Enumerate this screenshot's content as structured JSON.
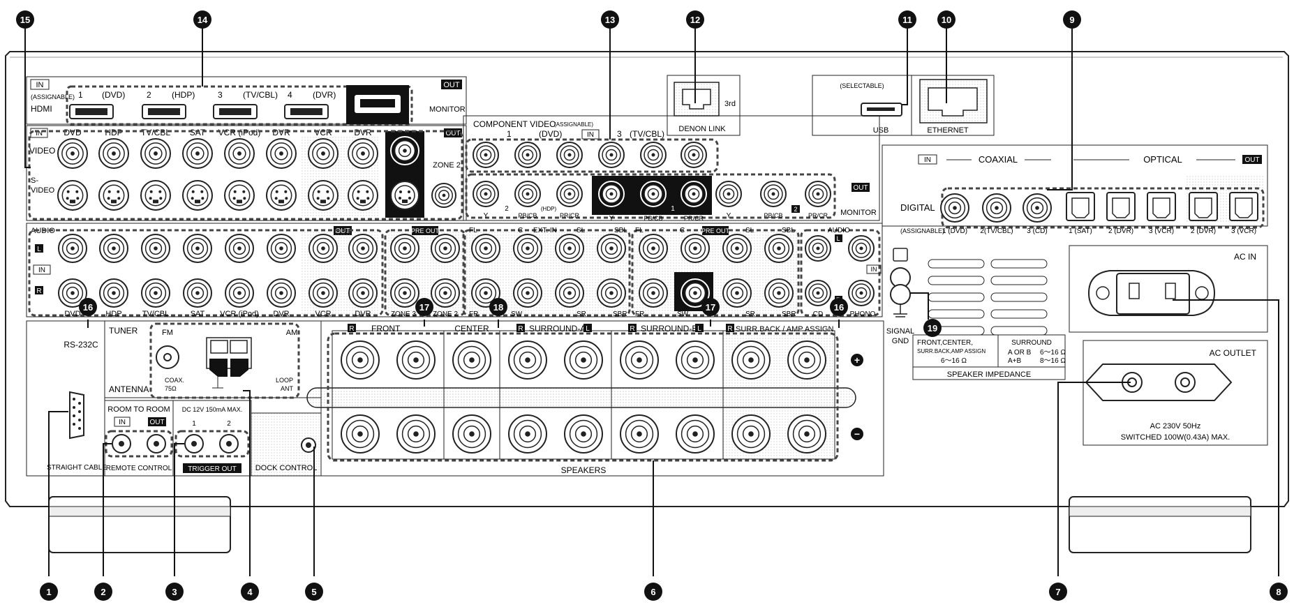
{
  "callouts": [
    "1",
    "2",
    "3",
    "4",
    "5",
    "6",
    "7",
    "8",
    "9",
    "10",
    "11",
    "12",
    "13",
    "14",
    "15",
    "16",
    "16",
    "17",
    "17",
    "18",
    "19"
  ],
  "hdmi": {
    "in_badge": "IN",
    "assignable": "(ASSIGNABLE)",
    "title": "HDMI",
    "inputs": [
      "1",
      "(DVD)",
      "2",
      "(HDP)",
      "3",
      "(TV/CBL)",
      "4",
      "(DVR)"
    ],
    "out_badge": "OUT",
    "monitor": "MONITOR"
  },
  "video": {
    "in_badge": "IN",
    "out_badge": "OUT",
    "inputs": [
      "DVD",
      "HDP",
      "TV/CBL",
      "SAT",
      "VCR (iPod)",
      "DVR",
      "VCR",
      "DVR",
      "MONITOR"
    ],
    "video_label": "VIDEO",
    "svideo_label": "S-\nVIDEO",
    "zone2": "ZONE 2"
  },
  "component": {
    "title": "COMPONENT  VIDEO",
    "assignable": "(ASSIGNABLE)",
    "in_badge": "IN",
    "top": [
      "1",
      "(DVD)",
      "3",
      "(TV/CBL)"
    ],
    "bottom": [
      "Y",
      "2",
      "PB/CB",
      "(HDP)",
      "PR/CR",
      "Y",
      "PB/CB",
      "1",
      "PR/CR",
      "Y",
      "PB/CB",
      "2",
      "PR/CR"
    ],
    "out_badge": "OUT",
    "monitor": "MONITOR"
  },
  "denon_link": {
    "label": "DENON LINK",
    "sub": "3rd"
  },
  "usb": {
    "selectable": "(SELECTABLE)",
    "label": "USB"
  },
  "ethernet": {
    "label": "ETHERNET"
  },
  "digital": {
    "in_badge": "IN",
    "coaxial": "COAXIAL",
    "optical": "OPTICAL",
    "out_badge": "OUT",
    "label": "DIGITAL",
    "assignable": "(ASSIGNABLE)",
    "ports": [
      "1  (DVD)",
      "2(TV/CBL)",
      "3  (CD)",
      "1  (SAT)",
      "2  (DVR)",
      "3  (VCR)",
      "2  (DVR)",
      "3  (VCR)"
    ]
  },
  "audio": {
    "label": "AUDIO",
    "l": "L",
    "r": "R",
    "in_badge": "IN",
    "out_badge": "OUT",
    "inputs": [
      "DVD",
      "HDP",
      "TV/CBL",
      "SAT",
      "VCR (iPod)",
      "DVR",
      "VCR",
      "DVR"
    ],
    "preout": "PRE OUT",
    "zones": [
      "ZONE 3",
      "ZONE 2"
    ],
    "ext_in_top": [
      "FL",
      "C",
      "EXT. IN",
      "SL",
      "SBL"
    ],
    "ext_in_bottom": [
      "FR",
      "SW",
      "SR",
      "SBR"
    ],
    "pre_top": [
      "FL",
      "C",
      "SL",
      "SBL"
    ],
    "pre_bottom": [
      "FR",
      "SW",
      "SR",
      "SBR"
    ],
    "phono_audio": "AUDIO",
    "cd": "CD",
    "phono": "PHONO"
  },
  "rs232": {
    "label": "RS-232C",
    "cable": "STRAIGHT CABLE"
  },
  "tuner": {
    "title": "TUNER",
    "fm": "FM",
    "am": "AM",
    "coax": "COAX.",
    "ohm": "75Ω",
    "loop": "LOOP",
    "ant": "ANT",
    "antenna": "ANTENNA"
  },
  "room": {
    "title": "ROOM TO ROOM",
    "in": "IN",
    "out": "OUT",
    "label": "REMOTE CONTROL"
  },
  "trigger": {
    "title": "DC 12V 150mA MAX.",
    "ports": [
      "1",
      "2"
    ],
    "label": "TRIGGER OUT"
  },
  "dock": {
    "label": "DOCK CONTROL"
  },
  "speakers": {
    "groups": [
      "FRONT",
      "CENTER",
      "SURROUND-A",
      "SURROUND-B",
      "SURR.BACK / AMP ASSIGN"
    ],
    "r": "R",
    "l": "L",
    "plus": "+",
    "minus": "−",
    "label": "SPEAKERS"
  },
  "impedance": {
    "left_title": "FRONT,CENTER,",
    "left_sub": "SURR.BACK,AMP ASSIGN",
    "left_val": "6～16 Ω",
    "right_title": "SURROUND",
    "right_row1": [
      "A OR B",
      "6～16 Ω"
    ],
    "right_row2": [
      "A+B",
      "8～16 Ω"
    ],
    "label": "SPEAKER IMPEDANCE"
  },
  "signal_gnd": {
    "line1": "SIGNAL",
    "line2": "GND"
  },
  "ac_in": {
    "label": "AC IN"
  },
  "ac_outlet": {
    "label": "AC OUTLET",
    "spec1": "AC 230V    50Hz",
    "spec2": "SWITCHED 100W(0.43A) MAX."
  }
}
